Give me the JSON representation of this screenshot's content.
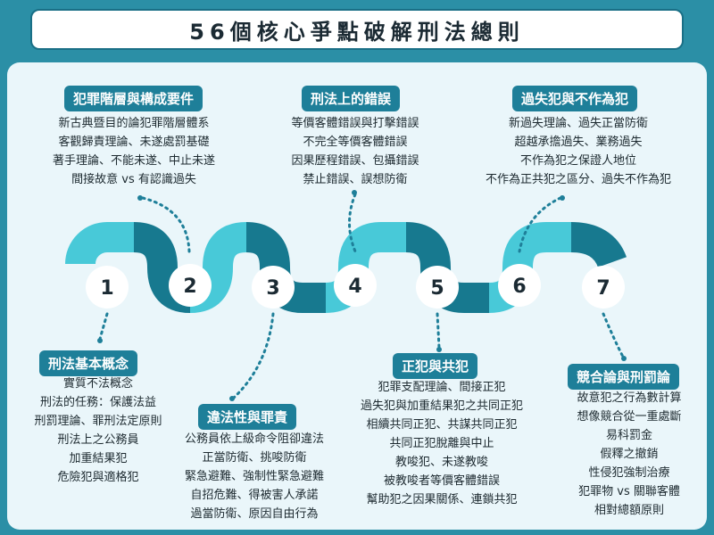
{
  "title": "56個核心爭點破解刑法總則",
  "colors": {
    "accent": "#1e7f99",
    "light": "#48c9d8",
    "dark": "#17798f",
    "bg": "#2b8fa6"
  },
  "steps": [
    "1",
    "2",
    "3",
    "4",
    "5",
    "6",
    "7"
  ],
  "sections": [
    {
      "heading": "刑法基本概念",
      "items": [
        "實質不法概念",
        "刑法的任務：保護法益",
        "刑罰理論、罪刑法定原則",
        "刑法上之公務員",
        "加重結果犯",
        "危險犯與適格犯"
      ]
    },
    {
      "heading": "犯罪階層與構成要件",
      "items": [
        "新古典暨目的論犯罪階層體系",
        "客觀歸責理論、未遂處罰基礎",
        "著手理論、不能未遂、中止未遂",
        "間接故意 vs 有認識過失"
      ]
    },
    {
      "heading": "違法性與罪責",
      "items": [
        "公務員依上級命令阻卻違法",
        "正當防衛、挑唆防衛",
        "緊急避難、強制性緊急避難",
        "自招危難、得被害人承諾",
        "過當防衛、原因自由行為"
      ]
    },
    {
      "heading": "刑法上的錯誤",
      "items": [
        "等價客體錯誤與打擊錯誤",
        "不完全等價客體錯誤",
        "因果歷程錯誤、包攝錯誤",
        "禁止錯誤、誤想防衛"
      ]
    },
    {
      "heading": "正犯與共犯",
      "items": [
        "犯罪支配理論、間接正犯",
        "過失犯與加重結果犯之共同正犯",
        "相續共同正犯、共謀共同正犯",
        "共同正犯脫離與中止",
        "教唆犯、未遂教唆",
        "被教唆者等價客體錯誤",
        "幫助犯之因果關係、連鎖共犯"
      ]
    },
    {
      "heading": "過失犯與不作為犯",
      "items": [
        "新過失理論、過失正當防衛",
        "超越承擔過失、業務過失",
        "不作為犯之保證人地位",
        "不作為正共犯之區分、過失不作為犯"
      ]
    },
    {
      "heading": "競合論與刑罰論",
      "items": [
        "故意犯之行為數計算",
        "想像競合從一重處斷",
        "易科罰金",
        "假釋之撤銷",
        "性侵犯強制治療",
        "犯罪物 vs 關聯客體",
        "相對總額原則"
      ]
    }
  ]
}
